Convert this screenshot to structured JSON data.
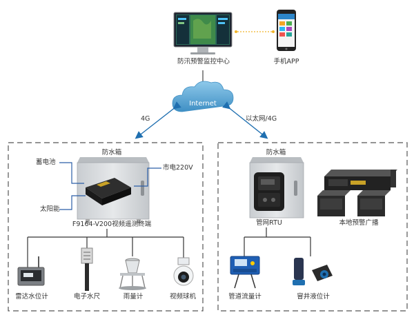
{
  "top": {
    "center_label": "防汛预警监控中心",
    "app_label": "手机APP",
    "cloud_label": "Internet",
    "link_left_label": "4G",
    "link_right_label": "以太网/4G"
  },
  "left_station": {
    "box_label": "防水箱",
    "battery_label": "蓄电池",
    "mains_label": "市电220V",
    "solar_label": "太阳能",
    "terminal_label": "F9164-V200视频遥测终端",
    "devices": [
      {
        "label": "雷达水位计",
        "icon": "radar-level-meter-icon"
      },
      {
        "label": "电子水尺",
        "icon": "electronic-water-gauge-icon"
      },
      {
        "label": "雨量计",
        "icon": "rain-gauge-icon"
      },
      {
        "label": "视频球机",
        "icon": "dome-camera-icon"
      }
    ]
  },
  "right_station": {
    "box_label": "防水箱",
    "rtu_label": "管网RTU",
    "broadcast_label": "本地预警广播",
    "devices": [
      {
        "label": "管道流量计",
        "icon": "pipe-flowmeter-icon"
      },
      {
        "label": "窨井液位计",
        "icon": "manhole-level-meter-icon"
      }
    ]
  },
  "colors": {
    "cloud": "#5fa8d3",
    "arrow_blue": "#1f6fb0",
    "dashed_border": "#555555",
    "app_link": "#f0b429",
    "cabinet": "#d9dcdf",
    "wire_blue": "#2b5ea7"
  }
}
